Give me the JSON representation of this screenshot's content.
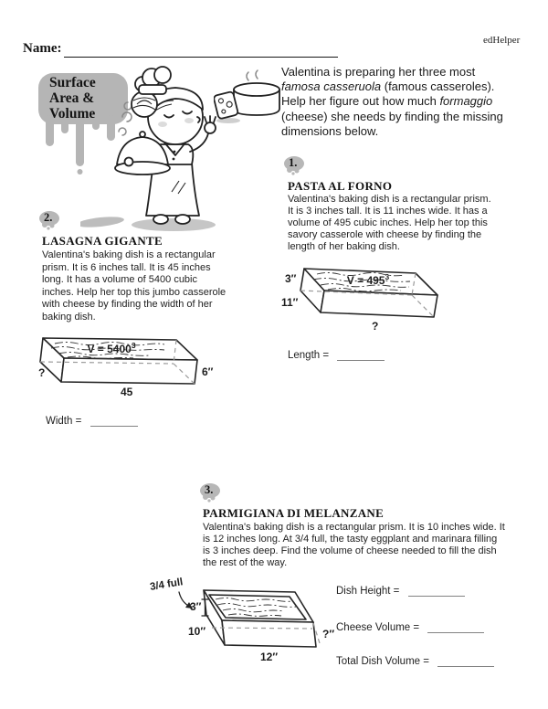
{
  "meta": {
    "brand": "edHelper",
    "name_label": "Name:"
  },
  "title_badge": {
    "lines": [
      "Surface",
      "Area &",
      "Volume"
    ]
  },
  "intro": {
    "part1": "Valentina is preparing her three most ",
    "italic1": "famosa casseruola",
    "part2": " (famous casseroles). Help her figure out how much ",
    "italic2": "formaggio",
    "part3": " (cheese) she needs by finding the missing dimensions below."
  },
  "problems": {
    "p1": {
      "number": "1.",
      "title": "PASTA AL FORNO",
      "body_lines": [
        "Valentina's baking dish is a rectangular prism.",
        "It is 3 inches tall. It is 11 inches wide. It has a",
        "volume of 495 cubic inches. Help her top this",
        "savory casserole with cheese by finding the",
        "length of her baking dish."
      ],
      "diagram": {
        "volume": "V = 495",
        "volume_sup": "3",
        "height": "3″",
        "width": "11″",
        "length": "?"
      },
      "answer_label": "Length ="
    },
    "p2": {
      "number": "2.",
      "title": "LASAGNA GIGANTE",
      "body_lines": [
        "Valentina's baking dish is a rectangular",
        "prism. It is 6 inches tall. It is 45 inches",
        "long. It has a volume of 5400 cubic",
        "inches. Help her top this jumbo casserole",
        "with cheese by finding the width of her",
        "baking dish."
      ],
      "diagram": {
        "volume": "V = 5400",
        "volume_sup": "3",
        "width": "?",
        "height": "6″",
        "length": "45"
      },
      "answer_label": "Width ="
    },
    "p3": {
      "number": "3.",
      "title": "PARMIGIANA DI MELANZANE",
      "body_lines": [
        "Valentina's baking dish is a rectangular prism. It is 10 inches wide. It",
        "is 12 inches long. At 3/4 full, the tasty eggplant and marinara filling",
        "is 3 inches deep. Find the volume of cheese needed to fill the dish",
        "the rest of the way."
      ],
      "diagram": {
        "fill_note": "3/4 full",
        "fill_depth": "3″",
        "width": "10″",
        "length": "12″",
        "height": "?″"
      },
      "answers": {
        "a1": "Dish Height =",
        "a2": "Cheese Volume =",
        "a3": "Total Dish Volume ="
      }
    }
  }
}
